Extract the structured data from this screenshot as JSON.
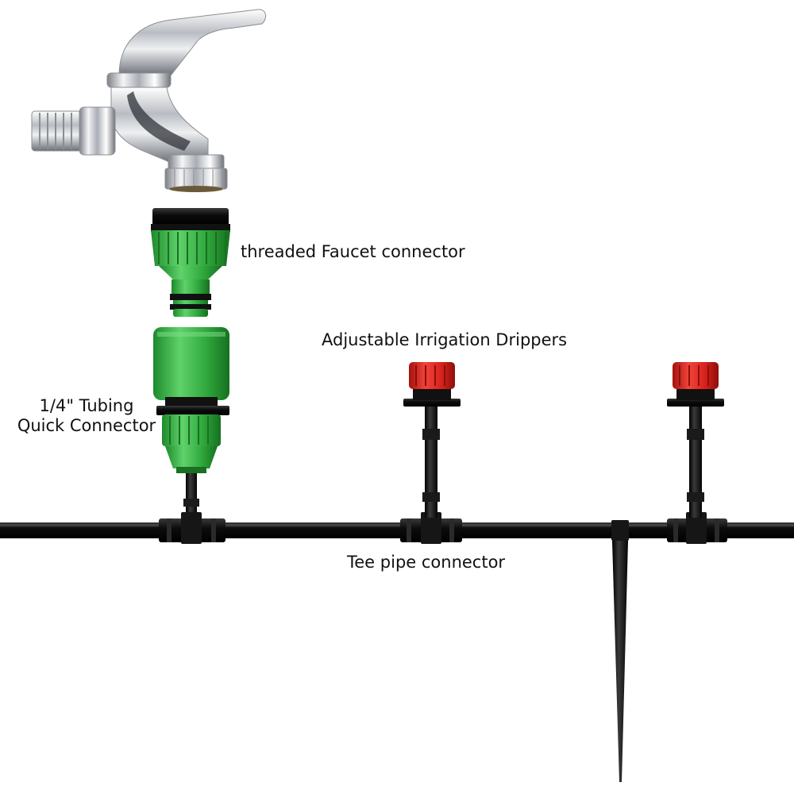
{
  "labels": {
    "faucet_connector": "threaded Faucet connector",
    "drippers": "Adjustable Irrigation Drippers",
    "tubing_line1": "1/4\" Tubing",
    "tubing_line2": "Quick Connector",
    "tee_connector": "Tee pipe connector"
  },
  "colors": {
    "tube_black": "#141414",
    "connector_green": "#2fa83c",
    "connector_green_light": "#5fd26a",
    "dripper_red": "#d8231c",
    "chrome": "#c9ccd1"
  }
}
